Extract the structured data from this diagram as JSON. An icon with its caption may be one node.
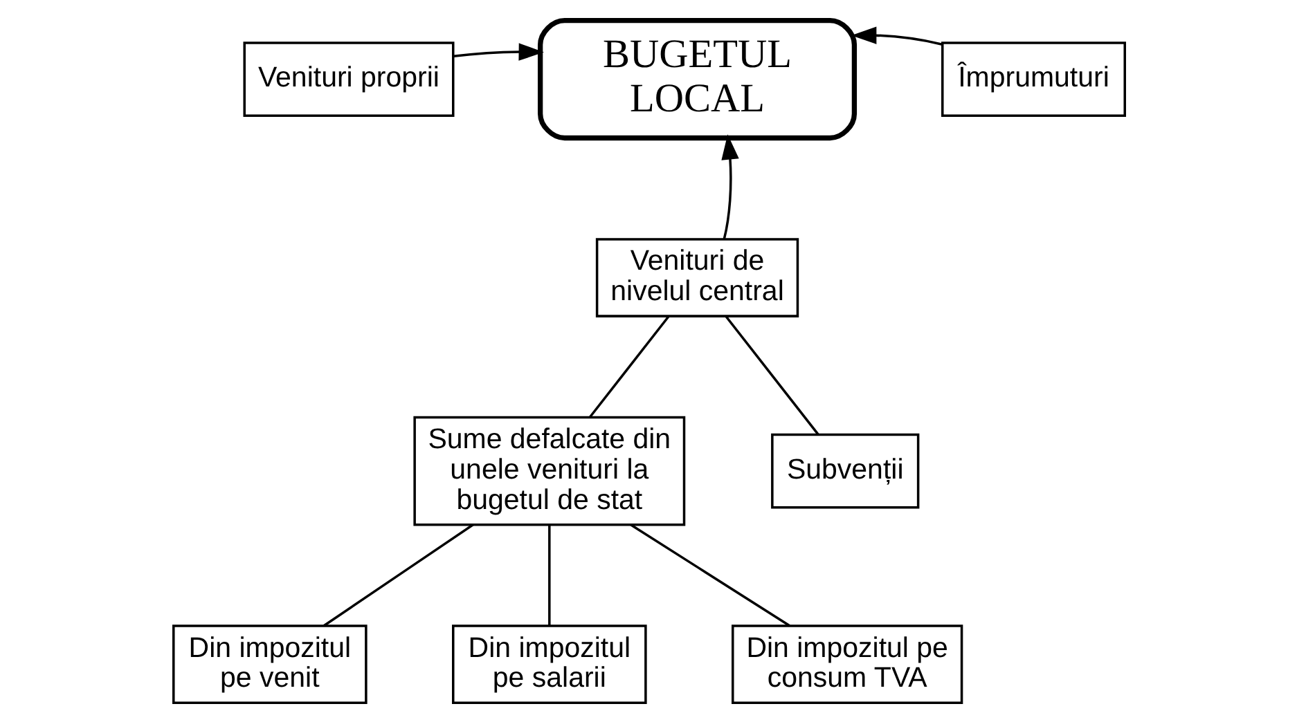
{
  "diagram": {
    "nodes": [
      {
        "text": [
          "BUGETUL LOCAL"
        ]
      },
      {
        "text": [
          "Venituri proprii"
        ]
      },
      {
        "text": [
          "Împrumuturi"
        ]
      },
      {
        "text": [
          "Venituri de nivelul central"
        ]
      },
      {
        "text": [
          "Sume defalcate din unele venituri la bugetul de stat"
        ]
      },
      {
        "text": [
          "Subvenții"
        ]
      },
      {
        "text": [
          "Din impozitul pe venit"
        ]
      },
      {
        "text": [
          "Din impozitul pe salarii"
        ]
      },
      {
        "text": [
          "Din impozitul pe consum TVA"
        ]
      }
    ],
    "edges": [
      {
        "from": 1,
        "to": 0,
        "arrow": "to"
      },
      {
        "from": 2,
        "to": 0,
        "arrow": "to"
      },
      {
        "from": 3,
        "to": 0,
        "arrow": "to"
      },
      {
        "from": 3,
        "to": 4,
        "arrow": "none"
      },
      {
        "from": 3,
        "to": 5,
        "arrow": "none"
      },
      {
        "from": 4,
        "to": 6,
        "arrow": "none"
      },
      {
        "from": 4,
        "to": 7,
        "arrow": "none"
      },
      {
        "from": 4,
        "to": 8,
        "arrow": "none"
      }
    ]
  }
}
